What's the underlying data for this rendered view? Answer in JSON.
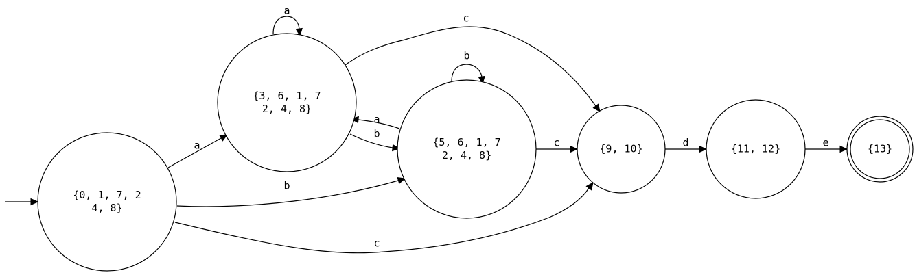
{
  "states": {
    "s0": [
      "{0, 1, 7, 2",
      "4, 8}"
    ],
    "s1": [
      "{3, 6, 1, 7",
      "2, 4, 8}"
    ],
    "s2": [
      "{5, 6, 1, 7",
      "2, 4, 8}"
    ],
    "s3": [
      "{9, 10}"
    ],
    "s4": [
      "{11, 12}"
    ],
    "s5": [
      "{13}"
    ]
  },
  "transitions": [
    {
      "from": "s0",
      "to": "s1",
      "label": "a"
    },
    {
      "from": "s0",
      "to": "s2",
      "label": "b"
    },
    {
      "from": "s0",
      "to": "s3",
      "label": "c"
    },
    {
      "from": "s1",
      "to": "s1",
      "label": "a"
    },
    {
      "from": "s1",
      "to": "s2",
      "label": "b"
    },
    {
      "from": "s1",
      "to": "s3",
      "label": "c"
    },
    {
      "from": "s2",
      "to": "s1",
      "label": "a"
    },
    {
      "from": "s2",
      "to": "s2",
      "label": "b"
    },
    {
      "from": "s2",
      "to": "s3",
      "label": "c"
    },
    {
      "from": "s3",
      "to": "s4",
      "label": "d"
    },
    {
      "from": "s4",
      "to": "s5",
      "label": "e"
    }
  ],
  "start_state": "s0",
  "accepting_states": [
    "s5"
  ]
}
